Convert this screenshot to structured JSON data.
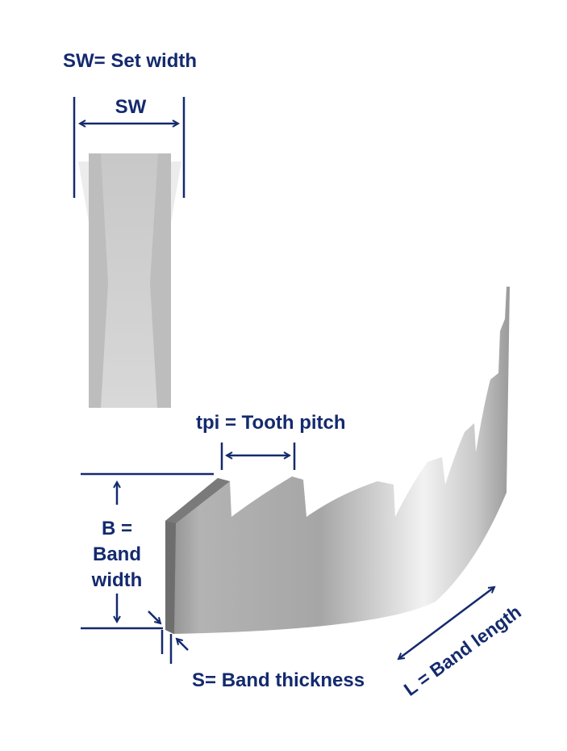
{
  "colors": {
    "navy": "#142a6e",
    "steel": "#b8b8b8"
  },
  "labels": {
    "set_width_title": "SW= Set width",
    "sw_short": "SW",
    "tooth_pitch": "tpi = Tooth pitch",
    "band_width_line1": "B =",
    "band_width_line2": "Band",
    "band_width_line3": "width",
    "band_thickness": "S= Band thickness",
    "band_length": "L = Band length"
  }
}
